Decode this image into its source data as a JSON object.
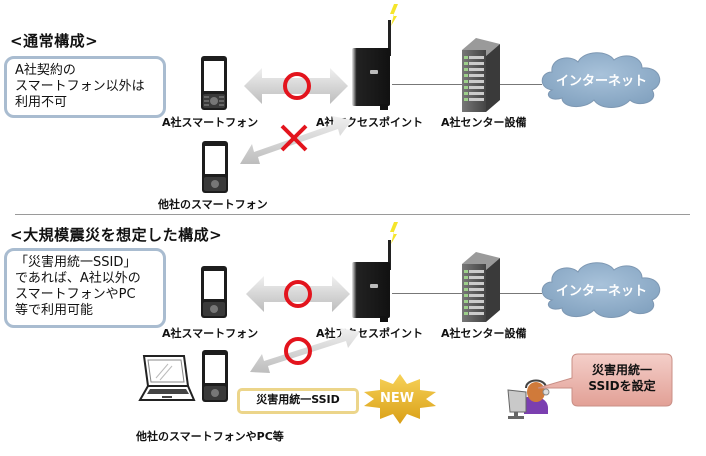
{
  "normal": {
    "title": "<通常構成>",
    "callout_lines": [
      "A社契約の",
      "スマートフォン以外は",
      "利用不可"
    ],
    "labels": {
      "a_phone": "A社スマートフォン",
      "access_point": "A社アクセスポイント",
      "center": "A社センター設備",
      "internet": "インターネット",
      "other_phone": "他社のスマートフォン"
    },
    "connections": [
      {
        "from": "A社スマートフォン",
        "to": "A社アクセスポイント",
        "status": "allowed",
        "mark": "○"
      },
      {
        "from": "他社のスマートフォン",
        "to": "A社アクセスポイント",
        "status": "denied",
        "mark": "×"
      }
    ]
  },
  "disaster": {
    "title": "<大規模震災を想定した構成>",
    "callout_lines": [
      "「災害用統一SSID」",
      "であれば、A社以外の",
      "スマートフォンやPC",
      "等で利用可能"
    ],
    "labels": {
      "a_phone": "A社スマートフォン",
      "access_point": "A社アクセスポイント",
      "center": "A社センター設備",
      "internet": "インターネット",
      "other_devices": "他社のスマートフォンやPC等"
    },
    "ssid_badge": "災害用統一SSID",
    "new_badge": "NEW",
    "operator_callout_lines": [
      "災害用統一",
      "SSIDを設定"
    ],
    "connections": [
      {
        "from": "A社スマートフォン",
        "to": "A社アクセスポイント",
        "status": "allowed",
        "mark": "○"
      },
      {
        "from": "他社のスマートフォンやPC等",
        "to": "A社アクセスポイント",
        "status": "allowed",
        "mark": "○"
      }
    ]
  },
  "colors": {
    "ok_circle": "#e3141d",
    "deny_cross": "#e3141d",
    "callout_border": "#a9bcd0",
    "cloud_fill": "#8faecb",
    "ssid_border": "#ecd58a",
    "new_star": "#e7b52a",
    "operator_bubble": "#e9b3ab"
  }
}
